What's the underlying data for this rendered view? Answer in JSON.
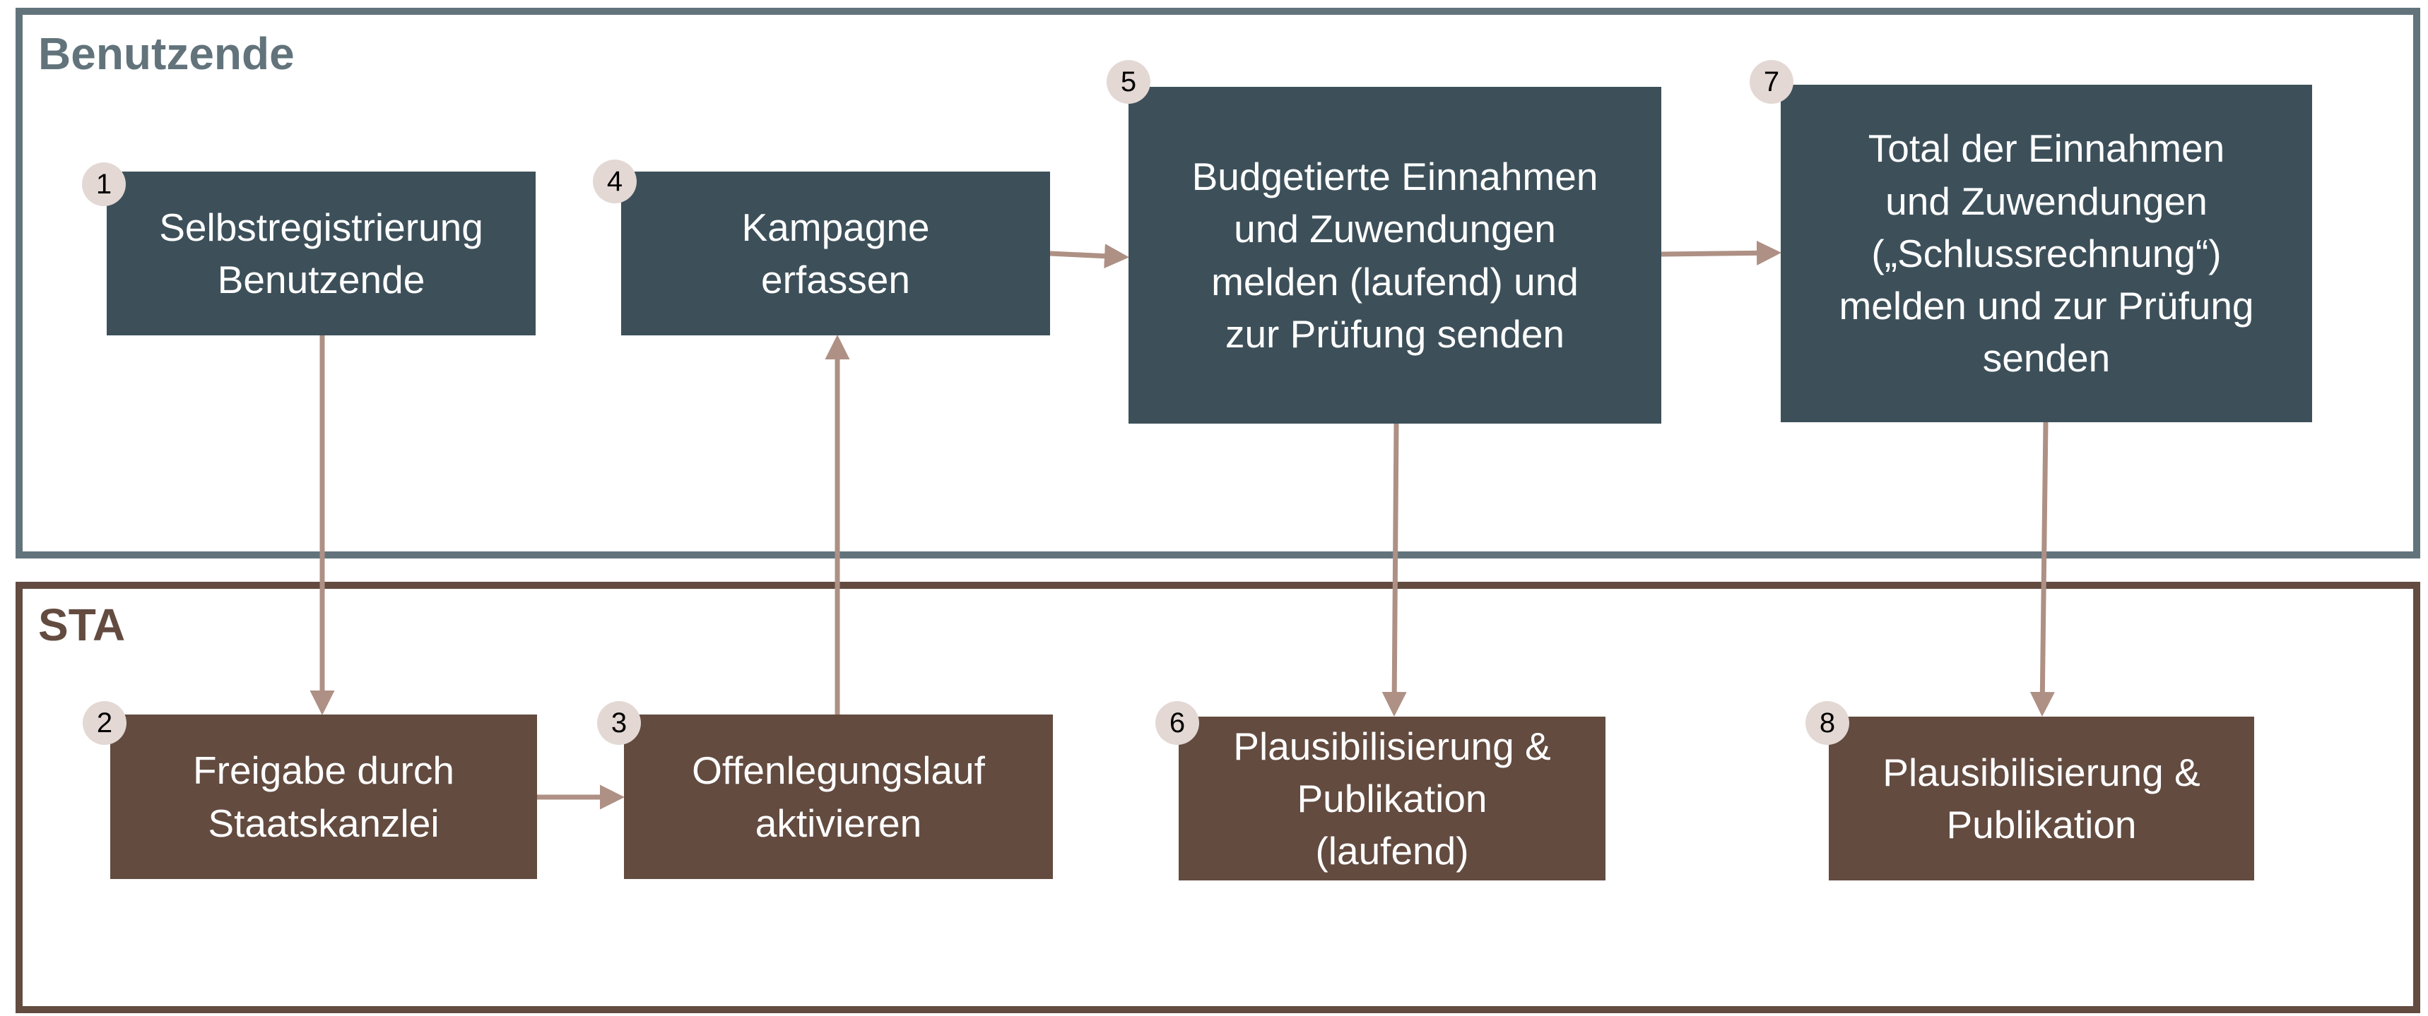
{
  "lanes": {
    "user": {
      "title": "Benutzende"
    },
    "sta": {
      "title": "STA"
    }
  },
  "steps": [
    {
      "number": "1",
      "label": "Selbstregistrierung\nBenutzende",
      "lane": "user"
    },
    {
      "number": "2",
      "label": "Freigabe durch\nStaatskanzlei",
      "lane": "sta"
    },
    {
      "number": "3",
      "label": "Offenlegungslauf\naktivieren",
      "lane": "sta"
    },
    {
      "number": "4",
      "label": "Kampagne\nerfassen",
      "lane": "user"
    },
    {
      "number": "5",
      "label": "Budgetierte Einnahmen\nund Zuwendungen\nmelden (laufend) und\nzur Prüfung senden",
      "lane": "user"
    },
    {
      "number": "6",
      "label": "Plausibilisierung &\nPublikation\n(laufend)",
      "lane": "sta"
    },
    {
      "number": "7",
      "label": "Total der Einnahmen\nund Zuwendungen\n(„Schlussrechnung“)\nmelden und zur Prüfung\nsenden",
      "lane": "user"
    },
    {
      "number": "8",
      "label": "Plausibilisierung &\nPublikation",
      "lane": "sta"
    }
  ],
  "colors": {
    "user": "#3d505a",
    "sta": "#634b40",
    "arrow": "#ae9085",
    "badge": "#e3d8d4"
  }
}
